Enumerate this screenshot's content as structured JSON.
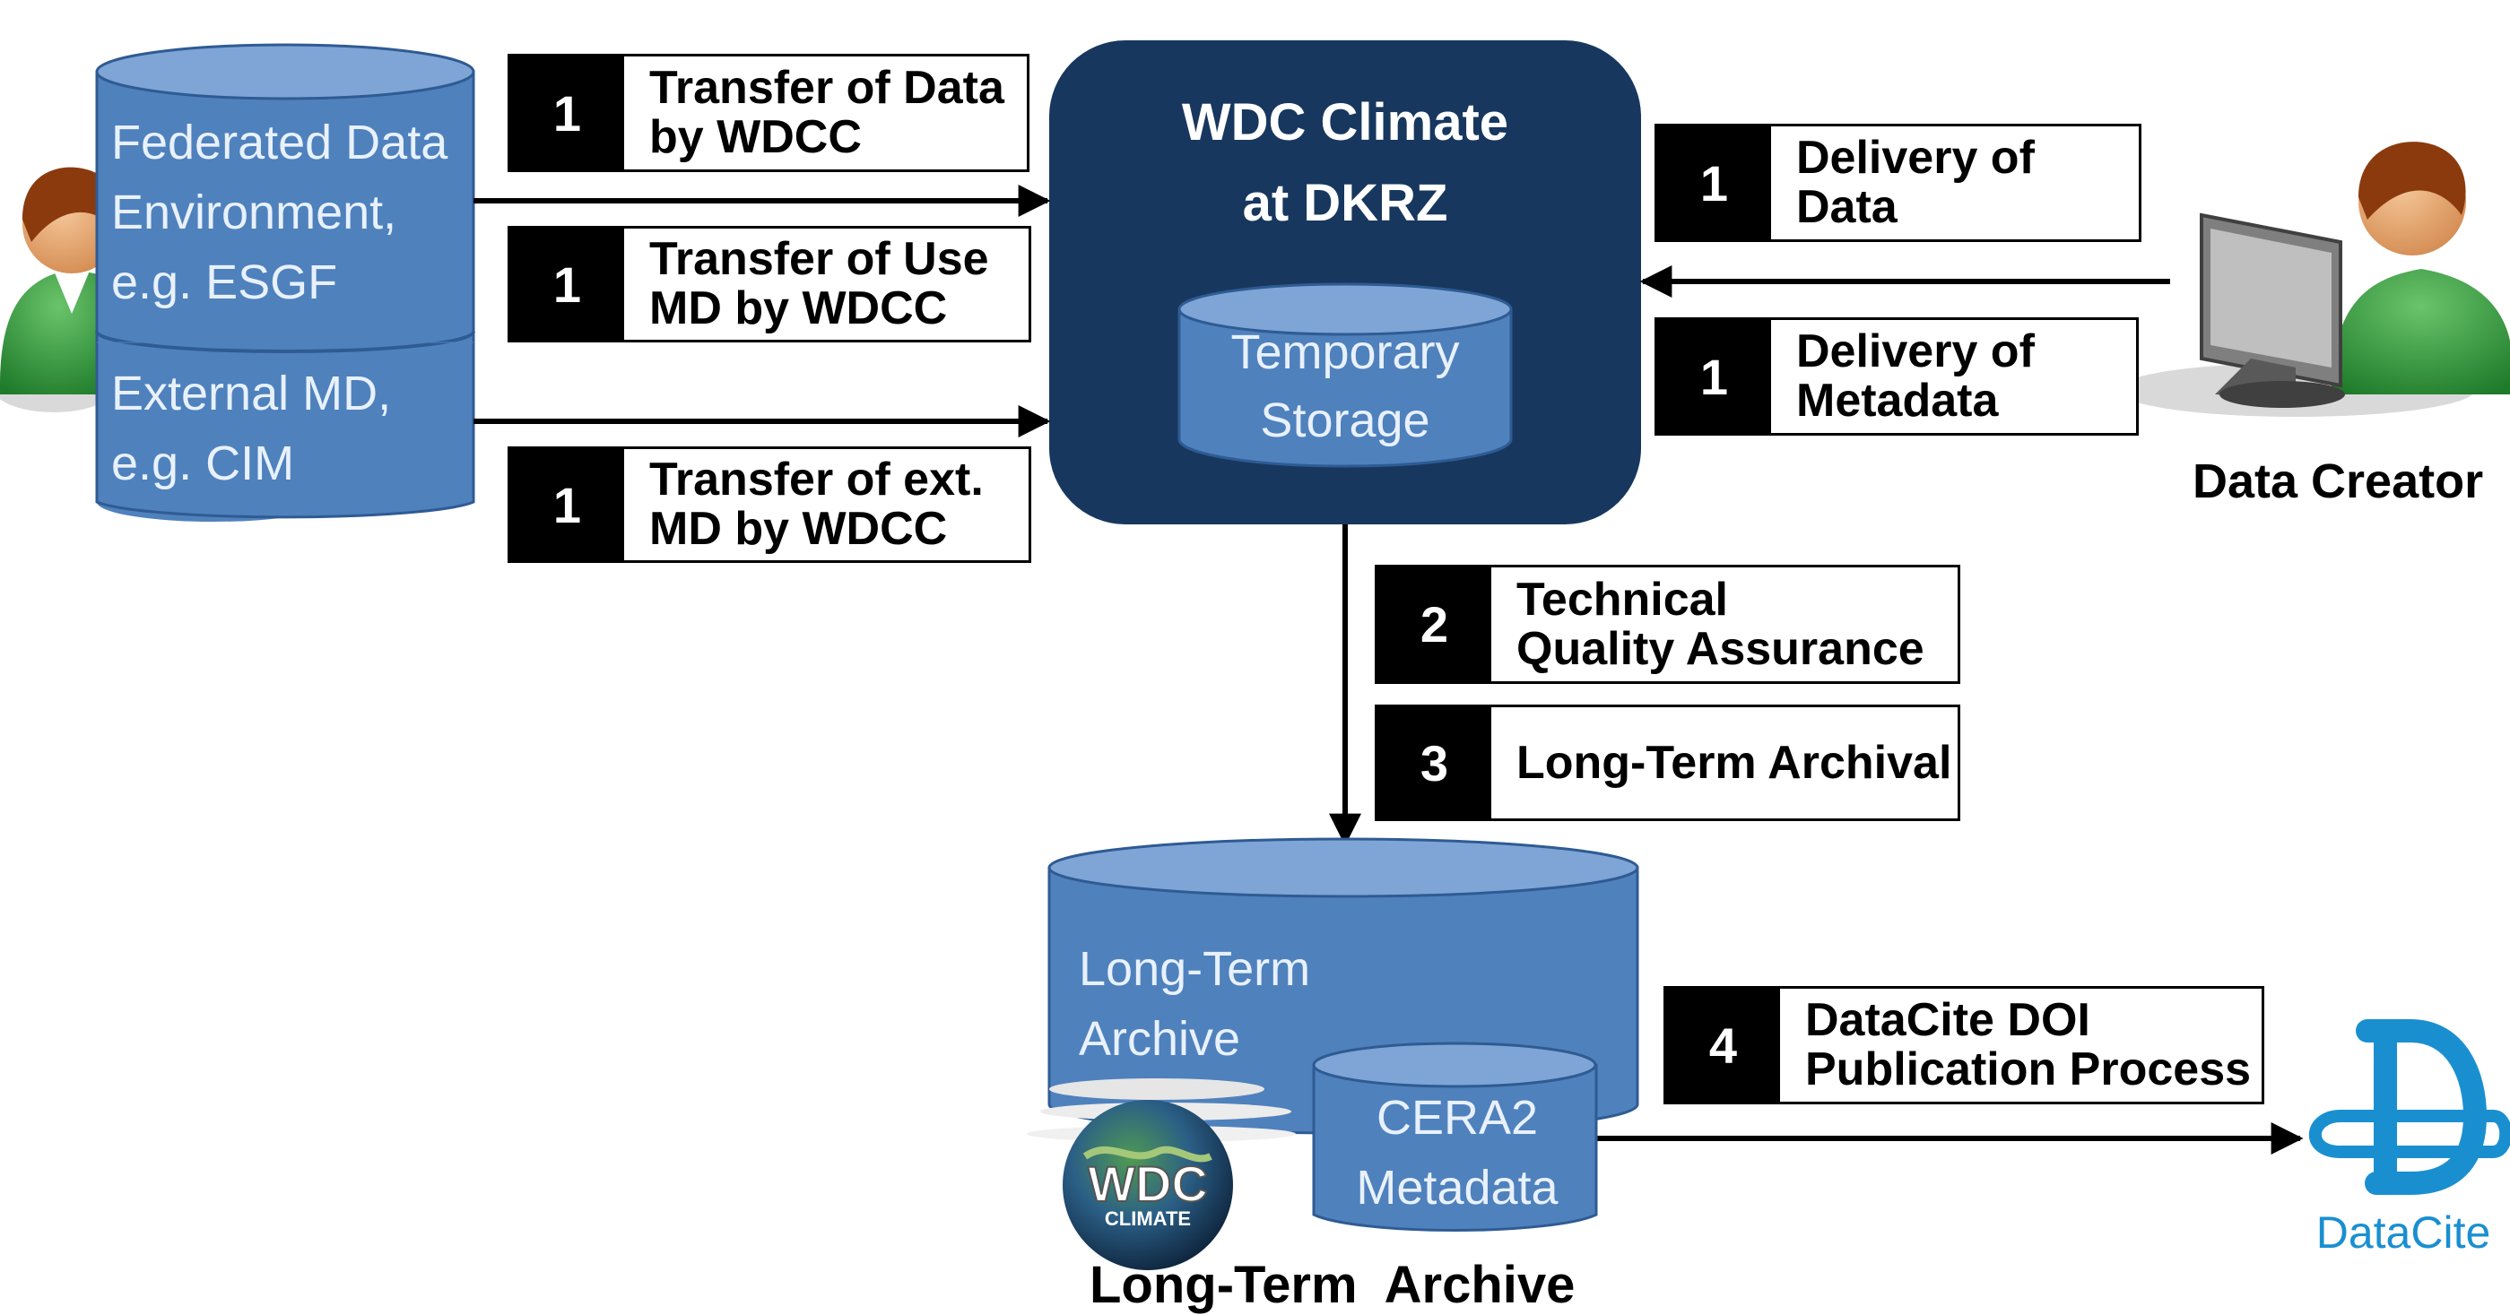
{
  "colors": {
    "cylinder_fill": "#4f81bd",
    "cylinder_top": "#7fa5d6",
    "cylinder_edge": "#2f5b93",
    "dkrz_box": "#17375e",
    "datacite_blue": "#1a8fd0"
  },
  "left_store": {
    "top_label": "Federated Data\nEnvironment,\ne.g. ESGF",
    "bottom_label": "External MD,\ne.g. CIM",
    "icon": "user-icon"
  },
  "wdc": {
    "title": "WDC Climate\nat DKRZ",
    "temp_storage": "Temporary\nStorage"
  },
  "steps": {
    "transfer_data": {
      "num": "1",
      "label": "Transfer of Data\nby WDCC"
    },
    "transfer_use_md": {
      "num": "1",
      "label": "Transfer of Use\nMD by WDCC"
    },
    "transfer_ext_md": {
      "num": "1",
      "label": "Transfer of ext.\nMD by WDCC"
    },
    "delivery_data": {
      "num": "1",
      "label": "Delivery of\nData"
    },
    "delivery_metadata": {
      "num": "1",
      "label": "Delivery of\nMetadata"
    },
    "tech_qa": {
      "num": "2",
      "label": "Technical\nQuality Assurance"
    },
    "long_term": {
      "num": "3",
      "label": "Long-Term Archival"
    },
    "datacite_doi": {
      "num": "4",
      "label": "DataCite DOI\nPublication Process"
    }
  },
  "data_creator": {
    "caption": "Data Creator",
    "icon": "computer-user-icon"
  },
  "archive": {
    "label": "Long-Term\nArchive",
    "cera": "CERA2\nMetadata",
    "caption": "Long-Term  Archive",
    "logo_text": "WDC",
    "logo_sub": "CLIMATE"
  },
  "datacite": {
    "label": "DataCite",
    "icon": "datacite-logo-icon"
  }
}
